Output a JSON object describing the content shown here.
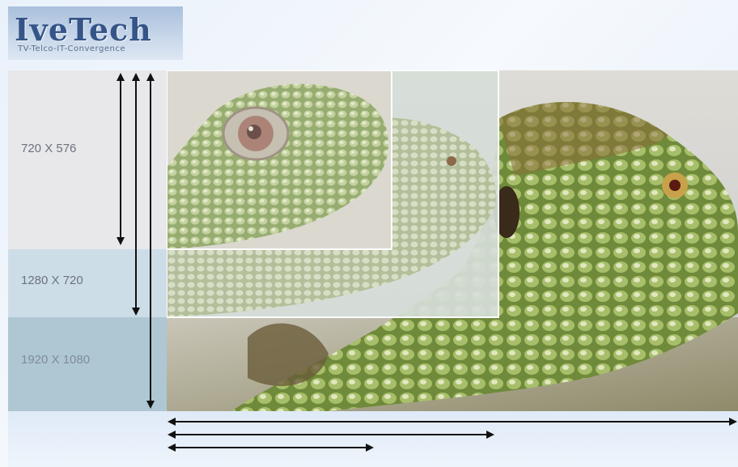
{
  "logo": {
    "wordmark": "IveTech",
    "tagline": "TV-Telco-IT-Convergence"
  },
  "resolutions": [
    {
      "label": "720 X 576",
      "key": "sd"
    },
    {
      "label": "1280 X 720",
      "key": "hd"
    },
    {
      "label": "1920 X 1080",
      "key": "fhd"
    }
  ],
  "colors": {
    "row_sd": "#e8e8ea",
    "row_hd": "#cddde8",
    "row_fhd": "#aec7d3",
    "arrow": "#111111",
    "iguana_green": "#8fae6a",
    "iguana_dark": "#4f5a2e"
  }
}
